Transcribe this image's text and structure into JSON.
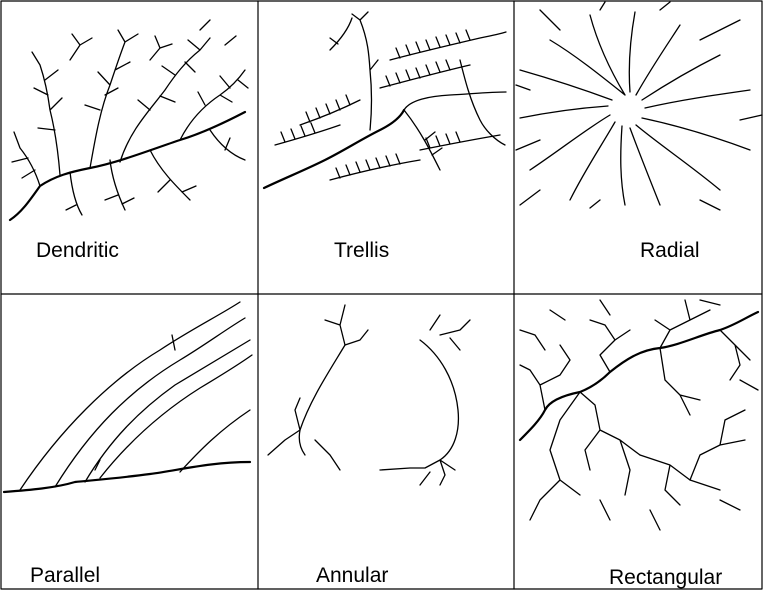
{
  "figure": {
    "panels": [
      {
        "id": "dendritic",
        "label": "Dendritic"
      },
      {
        "id": "trellis",
        "label": "Trellis"
      },
      {
        "id": "radial",
        "label": "Radial"
      },
      {
        "id": "parallel",
        "label": "Parallel"
      },
      {
        "id": "annular",
        "label": "Annular"
      },
      {
        "id": "rectangular",
        "label": "Rectangular"
      }
    ],
    "colors": {
      "line": "#000000",
      "background": "#ffffff"
    }
  }
}
